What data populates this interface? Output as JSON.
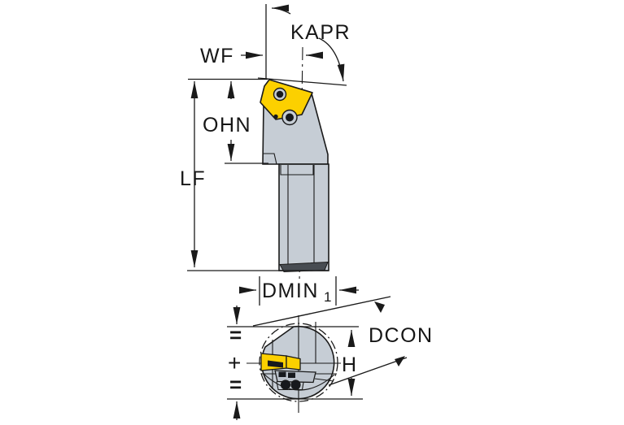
{
  "drawing": {
    "labels": {
      "kapr": "KAPR",
      "wf": "WF",
      "ohn": "OHN",
      "lf": "LF",
      "dmin": "DMIN",
      "dmin_subscript": "1",
      "dcon": "DCON",
      "h": "H",
      "equals_upper": "=",
      "plus_center": "+",
      "equals_lower": "="
    },
    "colors": {
      "line": "#1a1a1a",
      "body": "#c6cdd5",
      "insert": "#fcd000",
      "pocket": "#bac1ca",
      "dark": "#17191d",
      "chamfer_band": "#474c52",
      "background": "#ffffff"
    }
  }
}
